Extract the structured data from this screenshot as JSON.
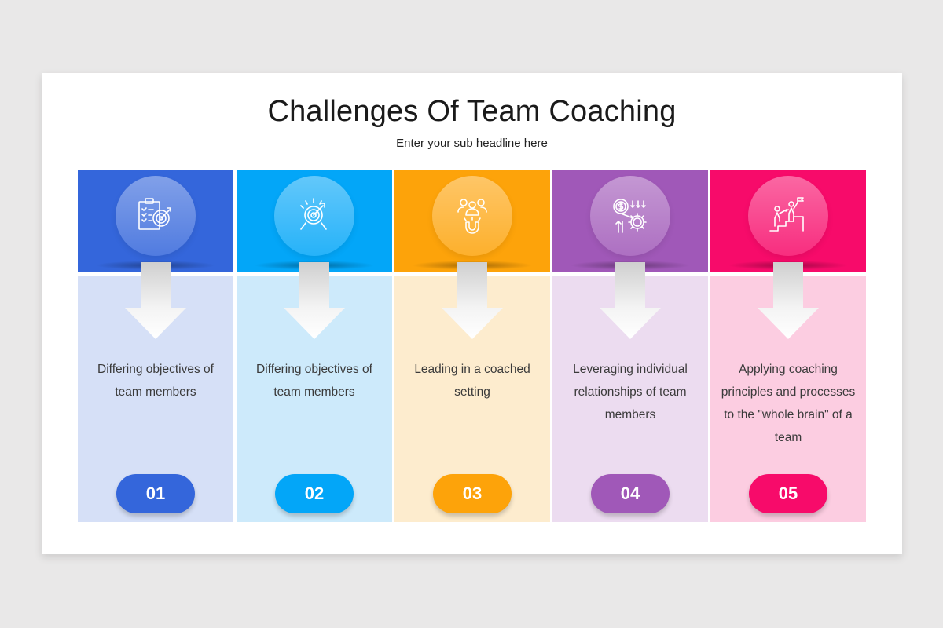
{
  "slide": {
    "title": "Challenges Of Team Coaching",
    "subtitle": "Enter your sub headline here"
  },
  "steps": [
    {
      "number": "01",
      "text": "Differing objectives of team members",
      "icon": "clipboard-target-icon",
      "color": "#3466db",
      "light": "#d6e0f7"
    },
    {
      "number": "02",
      "text": "Differing objectives of team members",
      "icon": "target-arrow-icon",
      "color": "#03a6f8",
      "light": "#cdeafb"
    },
    {
      "number": "03",
      "text": "Leading in a coached setting",
      "icon": "team-magnet-icon",
      "color": "#fda30a",
      "light": "#fdecce"
    },
    {
      "number": "04",
      "text": "Leveraging individual relationships of team members",
      "icon": "money-gear-icon",
      "color": "#a058b8",
      "light": "#ecdcf0"
    },
    {
      "number": "05",
      "text": "Applying coaching principles and processes to the \"whole brain\" of a team",
      "icon": "climbing-steps-flag-icon",
      "color": "#f70b6a",
      "light": "#fccde1"
    }
  ]
}
